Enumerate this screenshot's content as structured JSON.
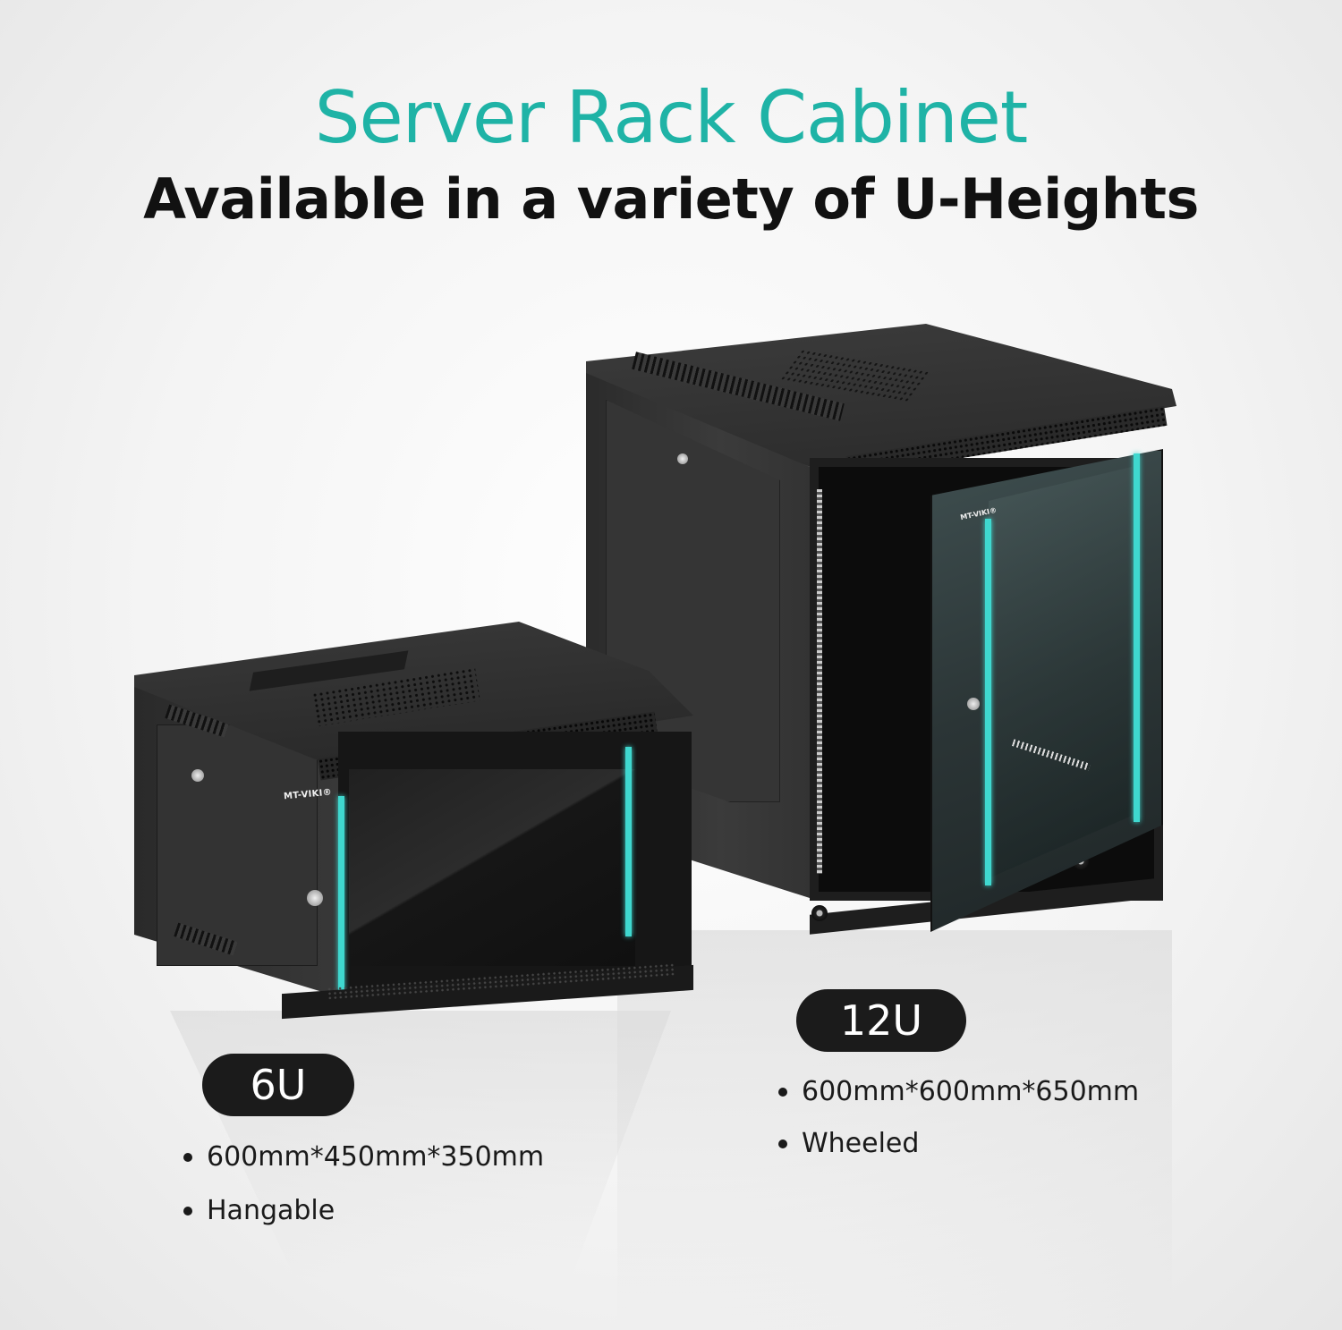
{
  "header": {
    "title": "Server Rack Cabinet",
    "subtitle": "Available in a variety of U-Heights"
  },
  "colors": {
    "title": "#1fb3a6",
    "led_accent": "#3fd8cf",
    "badge_bg": "#1b1b1b",
    "text": "#1a1a1a"
  },
  "brand": "MT-VIKI®",
  "products": [
    {
      "badge": "6U",
      "specs": [
        "600mm*450mm*350mm",
        "Hangable"
      ],
      "image": "wall-mount-6u-cabinet"
    },
    {
      "badge": "12U",
      "specs": [
        "600mm*600mm*650mm",
        "Wheeled"
      ],
      "image": "floor-standing-12u-cabinet-door-open"
    }
  ]
}
